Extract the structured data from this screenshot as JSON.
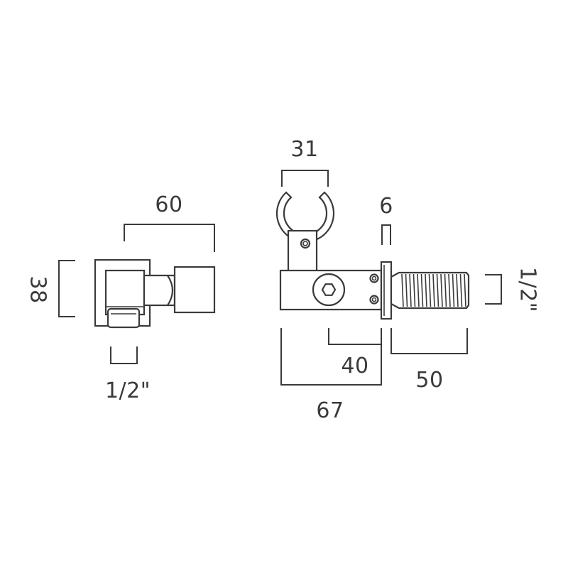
{
  "dimensions": {
    "left_width": "60",
    "left_height": "38",
    "left_thread": "1/2\"",
    "holder_opening": "31",
    "flange": "6",
    "right_thread": "1/2\"",
    "body_to_flange": "40",
    "thread_length": "50",
    "overall_length": "67"
  },
  "colors": {
    "line": "#3a3a3a",
    "background": "#ffffff"
  }
}
